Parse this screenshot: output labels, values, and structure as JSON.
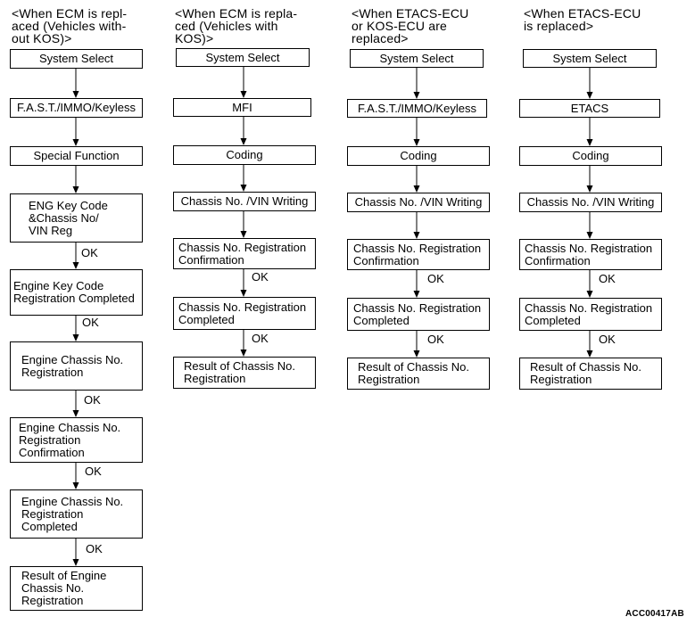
{
  "columns": [
    {
      "header": "<When ECM is repl-\naced (Vehicles with-\nout KOS)>",
      "steps": [
        {
          "label": "System Select"
        },
        {
          "label": "F.A.S.T./IMMO/Keyless"
        },
        {
          "label": "Special Function"
        },
        {
          "label": "ENG Key Code\n&Chassis No/\nVIN Reg"
        },
        {
          "label": "Engine Key Code\nRegistration Completed",
          "ok_before": "OK"
        },
        {
          "label": "Engine Chassis No.\nRegistration",
          "ok_before": "OK"
        },
        {
          "label": "Engine Chassis No.\nRegistration\nConfirmation",
          "ok_before": "OK"
        },
        {
          "label": "Engine Chassis No.\nRegistration\nCompleted",
          "ok_before": "OK"
        },
        {
          "label": "Result of Engine\nChassis No.\nRegistration",
          "ok_before": "OK"
        }
      ]
    },
    {
      "header": "<When ECM is repla-\nced (Vehicles with\nKOS)>",
      "steps": [
        {
          "label": "System Select"
        },
        {
          "label": "MFI"
        },
        {
          "label": "Coding"
        },
        {
          "label": "Chassis No. /VIN Writing"
        },
        {
          "label": "Chassis No. Registration\nConfirmation"
        },
        {
          "label": "Chassis No. Registration\nCompleted",
          "ok_before": "OK"
        },
        {
          "label": "Result of Chassis No.\nRegistration",
          "ok_before": "OK"
        }
      ]
    },
    {
      "header": "<When ETACS-ECU\nor KOS-ECU are\nreplaced>",
      "steps": [
        {
          "label": "System Select"
        },
        {
          "label": "F.A.S.T./IMMO/Keyless"
        },
        {
          "label": "Coding"
        },
        {
          "label": "Chassis No. /VIN Writing"
        },
        {
          "label": "Chassis No. Registration\nConfirmation"
        },
        {
          "label": "Chassis No. Registration\nCompleted",
          "ok_before": "OK"
        },
        {
          "label": "Result of Chassis No.\nRegistration",
          "ok_before": "OK"
        }
      ]
    },
    {
      "header": "<When ETACS-ECU\nis replaced>",
      "steps": [
        {
          "label": "System Select"
        },
        {
          "label": "ETACS"
        },
        {
          "label": "Coding"
        },
        {
          "label": "Chassis No. /VIN Writing"
        },
        {
          "label": "Chassis No. Registration\nConfirmation"
        },
        {
          "label": "Chassis No. Registration\nCompleted",
          "ok_before": "OK"
        },
        {
          "label": "Result of Chassis No.\nRegistration",
          "ok_before": "OK"
        }
      ]
    }
  ],
  "reference_code": "ACC00417AB"
}
